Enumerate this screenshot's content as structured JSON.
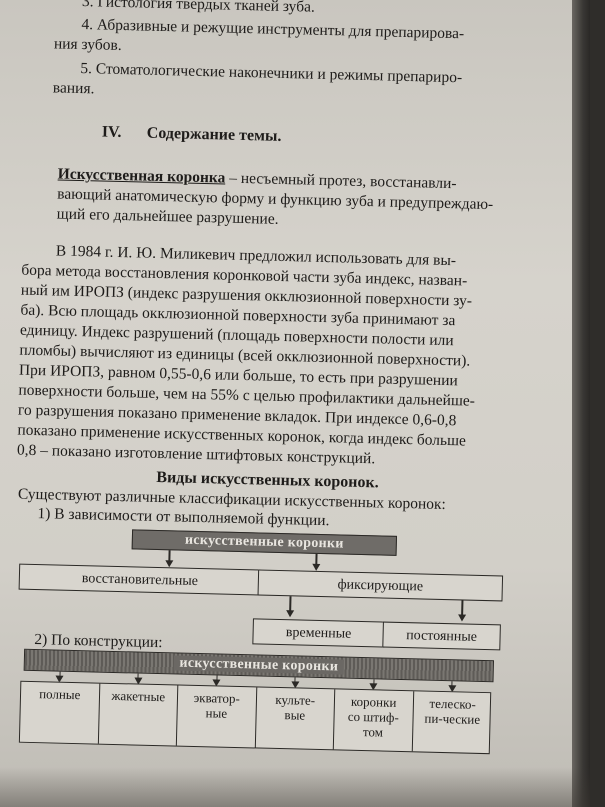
{
  "doc": {
    "line_top_partial": "3. Гистология твердых тканей зуба.",
    "item4_a": "4. Абразивные и режущие инструменты для препарирова-",
    "item4_b": "ния зубов.",
    "item5_a": "5. Стоматологические наконечники и режимы препариро-",
    "item5_b": "вания.",
    "section_num": "IV.",
    "section_title": "Содержание темы.",
    "def_term": "Искусственная коронка",
    "def_l1_rest": " – несъемный протез, восстанавли-",
    "def_l2": "вающий анатомическую форму и функцию зуба и предупреждаю-",
    "def_l3": "щий его дальнейшее разрушение.",
    "p1": "В 1984 г. И. Ю. Миликевич предложил использовать для вы-",
    "p2": "бора метода восстановления коронковой части зуба индекс, назван-",
    "p3": "ный им ИРОПЗ (индекс разрушения окклюзионной поверхности зу-",
    "p4": "ба). Всю площадь окклюзионной поверхности зуба принимают за",
    "p5": "единицу. Индекс разрушений (площадь поверхности полости или",
    "p6": "пломбы) вычисляют из единицы (всей окклюзионной поверхности).",
    "p7": "При ИРОПЗ, равном 0,55-0,6 или больше, то есть при разрушении",
    "p8": "поверхности больше, чем на 55% с целью профилактики дальнейше-",
    "p9": "го разрушения показано применение вкладок. При индексе 0,6-0,8",
    "p10": "показано применение искусственных коронок, когда индекс больше",
    "p11": "0,8 – показано изготовление штифтовых конструкций.",
    "types_title": "Виды искусственных коронок.",
    "types_intro": "Существуют различные классификации искусственных коронок:",
    "class1": "1) В зависимости от выполняемой функции.",
    "class2": "2) По конструкции:"
  },
  "diagram1": {
    "header": "искусственные коронки",
    "left": "восстановительные",
    "right": "фиксирующие",
    "sub_left": "временные",
    "sub_right": "постоянные"
  },
  "diagram2": {
    "header": "искусственные коронки",
    "cells": [
      [
        "полные"
      ],
      [
        "жакетные"
      ],
      [
        "экватор-",
        "ные"
      ],
      [
        "культе-",
        "вые"
      ],
      [
        "коронки",
        "со штиф-",
        "том"
      ],
      [
        "телеско-",
        "пи-ческие"
      ]
    ]
  }
}
